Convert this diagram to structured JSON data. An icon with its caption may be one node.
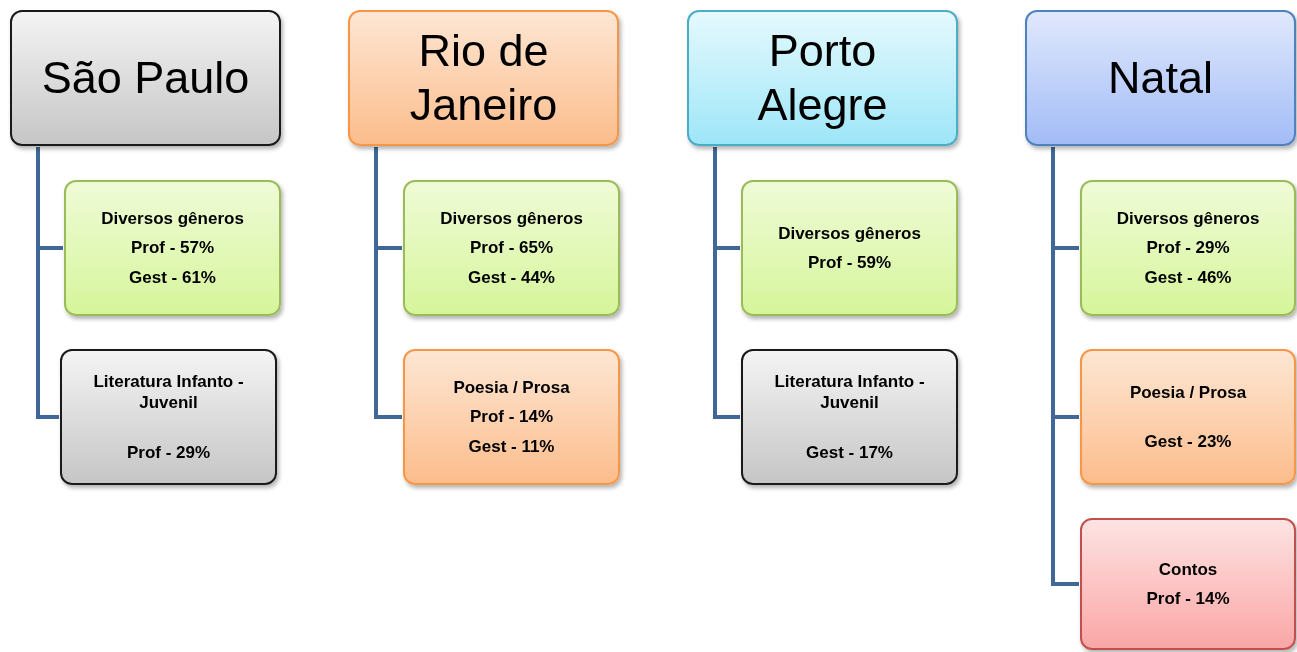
{
  "diagram": {
    "nodes": [
      {
        "text": [
          "São Paulo"
        ]
      },
      {
        "text": [
          "Diversos gêneros",
          "Prof - 57%",
          "Gest - 61%"
        ]
      },
      {
        "text": [
          "Literatura Infanto - Juvenil",
          "Prof - 29%"
        ]
      },
      {
        "text": [
          "Rio de Janeiro"
        ]
      },
      {
        "text": [
          "Diversos gêneros",
          "Prof - 65%",
          "Gest - 44%"
        ]
      },
      {
        "text": [
          "Poesia / Prosa",
          "Prof - 14%",
          "Gest - 11%"
        ]
      },
      {
        "text": [
          "Porto Alegre"
        ]
      },
      {
        "text": [
          "Diversos gêneros",
          "Prof - 59%"
        ]
      },
      {
        "text": [
          "Literatura Infanto - Juvenil",
          "Gest - 17%"
        ]
      },
      {
        "text": [
          "Natal"
        ]
      },
      {
        "text": [
          "Diversos gêneros",
          "Prof - 29%",
          "Gest - 46%"
        ]
      },
      {
        "text": [
          "Poesia / Prosa",
          "Gest - 23%"
        ]
      },
      {
        "text": [
          "Contos",
          "Prof - 14%"
        ]
      }
    ],
    "edges": [
      {
        "from": 0,
        "to": 1,
        "arrow": "none"
      },
      {
        "from": 0,
        "to": 2,
        "arrow": "none"
      },
      {
        "from": 3,
        "to": 4,
        "arrow": "none"
      },
      {
        "from": 3,
        "to": 5,
        "arrow": "none"
      },
      {
        "from": 6,
        "to": 7,
        "arrow": "none"
      },
      {
        "from": 6,
        "to": 8,
        "arrow": "none"
      },
      {
        "from": 9,
        "to": 10,
        "arrow": "none"
      },
      {
        "from": 9,
        "to": 11,
        "arrow": "none"
      },
      {
        "from": 9,
        "to": 12,
        "arrow": "none"
      }
    ]
  }
}
